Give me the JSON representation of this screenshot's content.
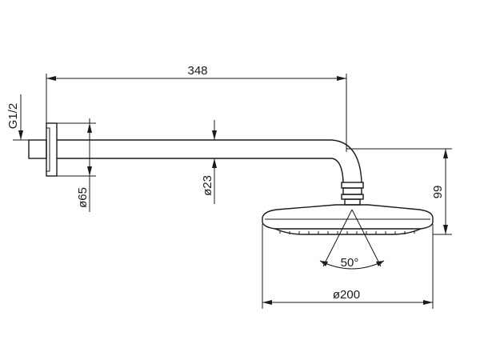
{
  "dimensions": {
    "length": "348",
    "thread": "G1/2",
    "flange_diameter": "ø65",
    "arm_diameter": "ø23",
    "height": "99",
    "angle": "50°",
    "head_diameter": "ø200"
  }
}
